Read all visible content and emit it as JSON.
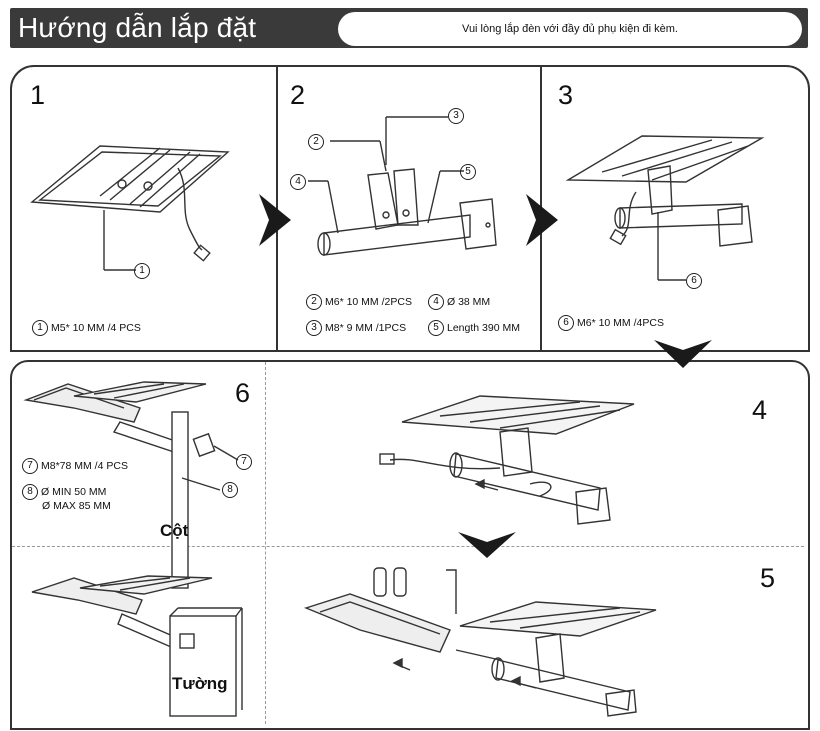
{
  "header": {
    "title": "Hướng dẫn lắp đặt",
    "note": "Vui lòng lắp đèn với đầy đủ phụ kiện đi kèm."
  },
  "steps": {
    "s1": {
      "number": "1",
      "callout": "1",
      "caption_num": "1",
      "caption": "M5* 10  MM /4 PCS"
    },
    "s2": {
      "number": "2",
      "callouts": [
        "2",
        "3",
        "4",
        "5"
      ],
      "captions": [
        {
          "num": "2",
          "text": "M6* 10  MM /2PCS"
        },
        {
          "num": "4",
          "text": "Ø 38 MM"
        },
        {
          "num": "3",
          "text": "M8* 9  MM /1PCS"
        },
        {
          "num": "5",
          "text": "Length 390 MM"
        }
      ]
    },
    "s3": {
      "number": "3",
      "callout": "6",
      "caption_num": "6",
      "caption": "M6* 10  MM /4PCS"
    },
    "s6": {
      "number": "6",
      "callouts": [
        "7",
        "8"
      ],
      "captions": [
        {
          "num": "7",
          "text": "M8*78 MM /4 PCS"
        },
        {
          "num": "8",
          "text": "Ø MIN 50 MM"
        },
        {
          "num": "",
          "text": "Ø MAX 85 MM"
        }
      ],
      "pole_label": "Cột",
      "wall_label": "Tường"
    },
    "s4": {
      "number": "4"
    },
    "s5": {
      "number": "5"
    }
  },
  "colors": {
    "header_bg": "#3a3a3a",
    "line": "#333333",
    "arrow": "#1a1a1a"
  }
}
